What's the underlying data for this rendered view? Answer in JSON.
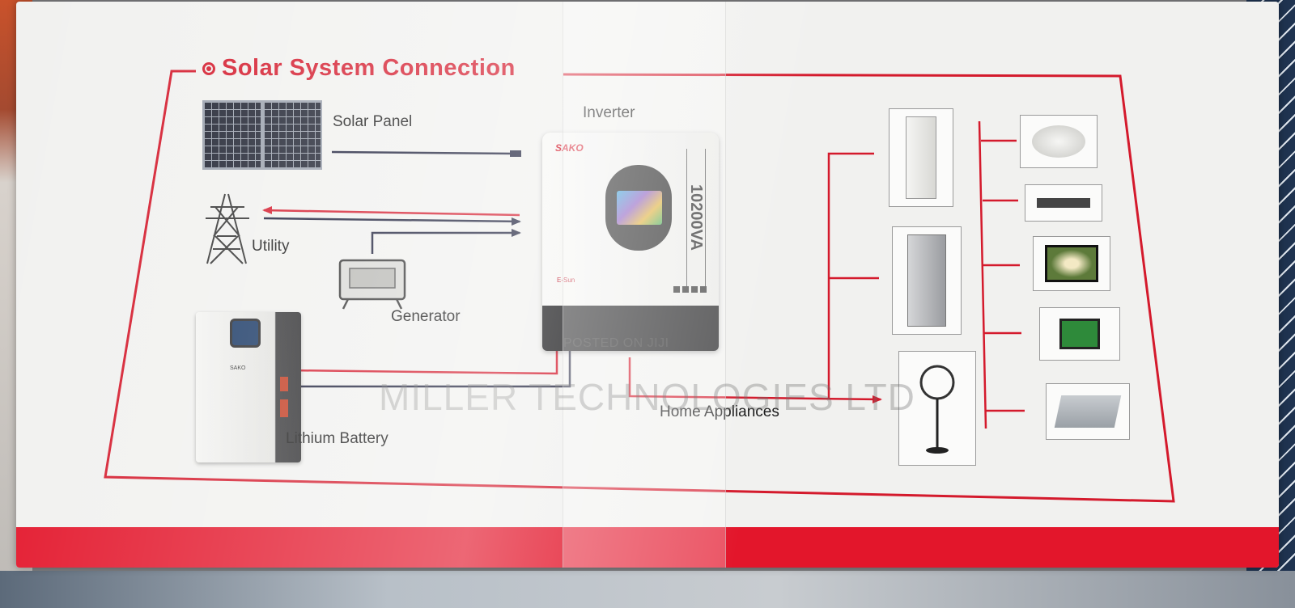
{
  "title": "Solar System Connection",
  "labels": {
    "solar_panel": "Solar Panel",
    "utility": "Utility",
    "generator": "Generator",
    "lithium_battery": "Lithium Battery",
    "inverter": "Inverter",
    "home_appliances": "Home Appliances"
  },
  "inverter": {
    "brand": "SAKO",
    "rating": "10200VA",
    "model": "E-Sun"
  },
  "battery": {
    "brand": "SAKO"
  },
  "appliances": [
    "air-conditioner",
    "refrigerator",
    "standing-fan",
    "ceiling-light",
    "dvd-player",
    "television",
    "desktop-computer",
    "laptop"
  ],
  "watermarks": {
    "posted": "POSTED ON JIJI",
    "company": "MILLER TECHNOLOGIES LTD"
  },
  "colors": {
    "accent_red": "#d41a2c",
    "box_white": "#f1f1ef",
    "band_red": "#e3162b",
    "wire_dark": "#1c1f3a"
  }
}
